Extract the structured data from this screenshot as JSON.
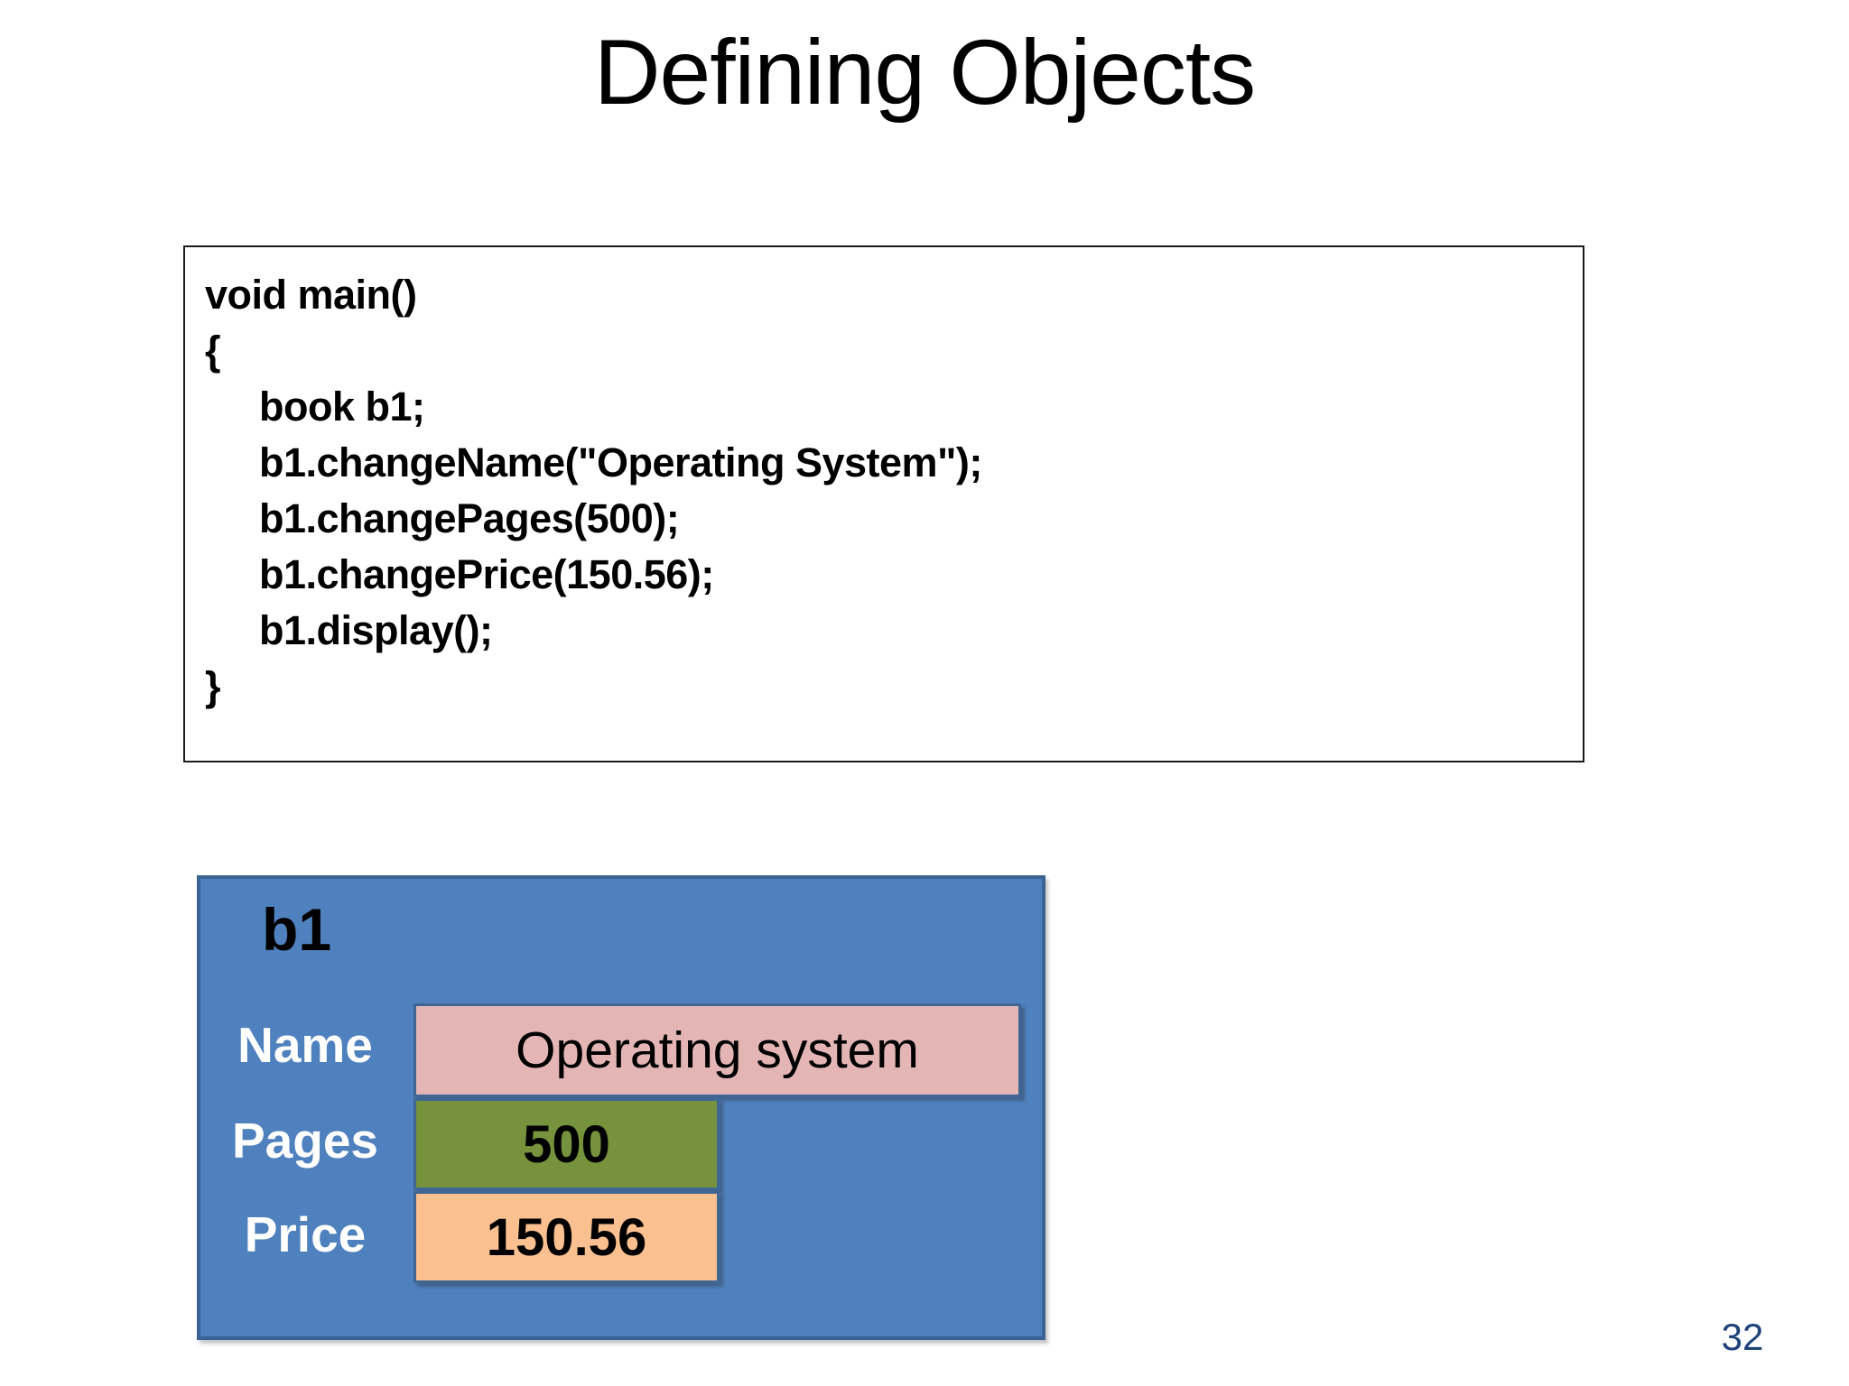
{
  "slide": {
    "title": "Defining Objects",
    "page_number": "32"
  },
  "code_block": {
    "lines": [
      "void main()",
      "{",
      "     book b1;",
      "     b1.changeName(\"Operating System\");",
      "     b1.changePages(500);",
      "     b1.changePrice(150.56);",
      "     b1.display();",
      "}"
    ]
  },
  "object_diagram": {
    "object_name": "b1",
    "fields": [
      {
        "label": "Name",
        "value": "Operating system",
        "value_bg": "#E3B6B5"
      },
      {
        "label": "Pages",
        "value": "500",
        "value_bg": "#76923C"
      },
      {
        "label": "Price",
        "value": "150.56",
        "value_bg": "#FAC090"
      }
    ],
    "colors": {
      "panel_bg": "#4E81BD",
      "panel_border": "#3A6394",
      "value_border": "#3F6795"
    }
  }
}
